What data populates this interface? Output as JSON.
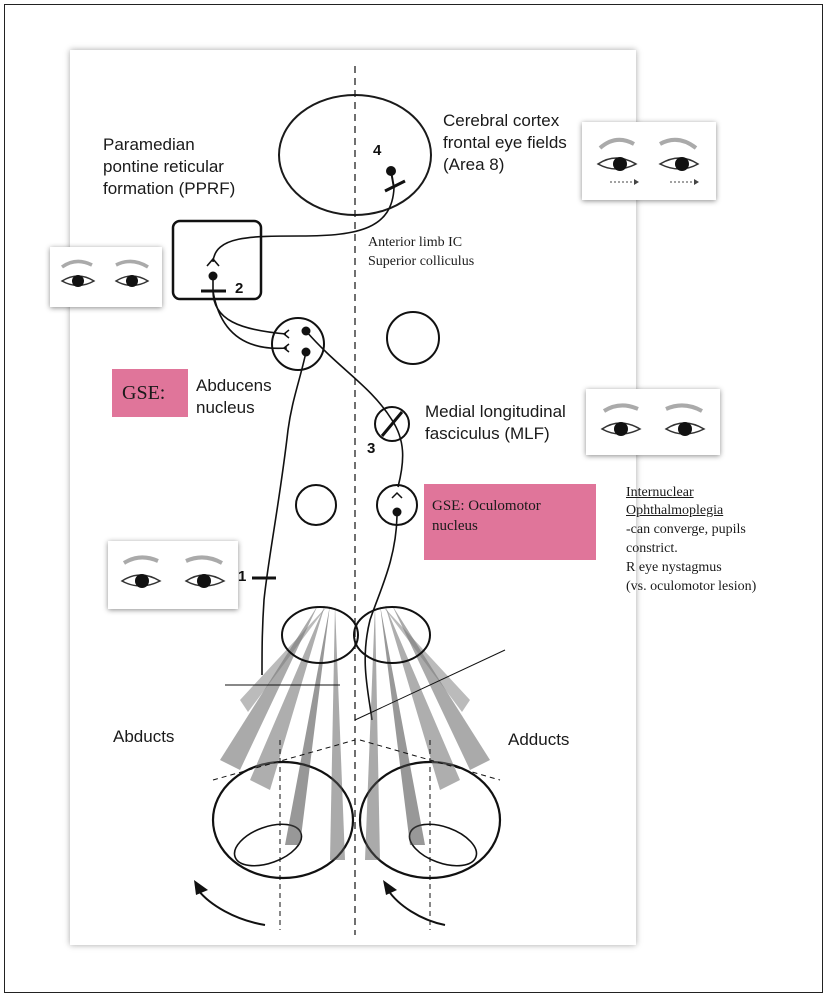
{
  "labels": {
    "pprf": "Paramedian\npontine reticular\nformation (PPRF)",
    "cortex": "Cerebral cortex\nfrontal eye fields\n(Area 8)",
    "anterior_limb": "Anterior limb IC",
    "superior_colliculus": "Superior colliculus",
    "abducens": "Abducens\nnucleus",
    "mlf": "Medial longitudinal\nfasciculus (MLF)",
    "abducts": "Abducts",
    "adducts": "Adducts"
  },
  "numbers": {
    "n1": "1",
    "n2": "2",
    "n3": "3",
    "n4": "4"
  },
  "gse_abducens": "GSE:",
  "gse_oculomotor": "GSE: Oculomotor\nnucleus",
  "ino": {
    "title": "Internuclear\nOphthalmoplegia",
    "notes": "-can converge, pupils\nconstrict.\nR eye nystagmus\n(vs. oculomotor lesion)"
  },
  "colors": {
    "gse_box": "#e0759a",
    "ink": "#1a1a1a"
  },
  "eye_panels": [
    {
      "name": "eye-panel-cortex",
      "gaze": "right",
      "arrows": true
    },
    {
      "name": "eye-panel-pprf",
      "gaze": "center",
      "arrows": false
    },
    {
      "name": "eye-panel-mlf",
      "gaze": "center",
      "arrows": false
    },
    {
      "name": "eye-panel-nerve",
      "gaze": "center",
      "arrows": false
    }
  ]
}
